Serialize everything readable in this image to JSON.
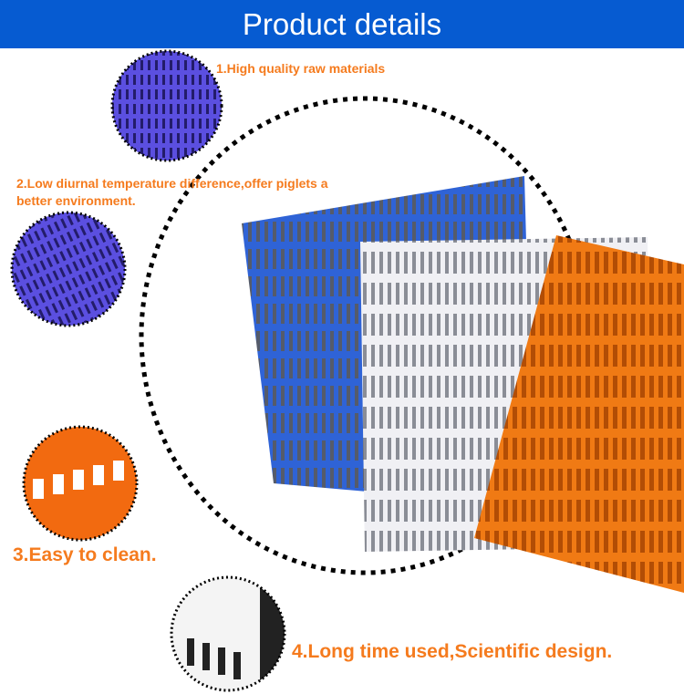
{
  "header": {
    "title": "Product details"
  },
  "features": [
    {
      "label": "1.High quality raw materials"
    },
    {
      "label": "2.Low diurnal temperature difference,offer piglets a better environment."
    },
    {
      "label": "3.Easy to clean."
    },
    {
      "label": "4.Long time used,Scientific design."
    }
  ],
  "colors": {
    "header": "#065bd1",
    "accent": "#f57b1e",
    "blue_panel": "#2f63d6",
    "orange_panel": "#f07a14",
    "purple_detail": "#5b4fe0"
  }
}
